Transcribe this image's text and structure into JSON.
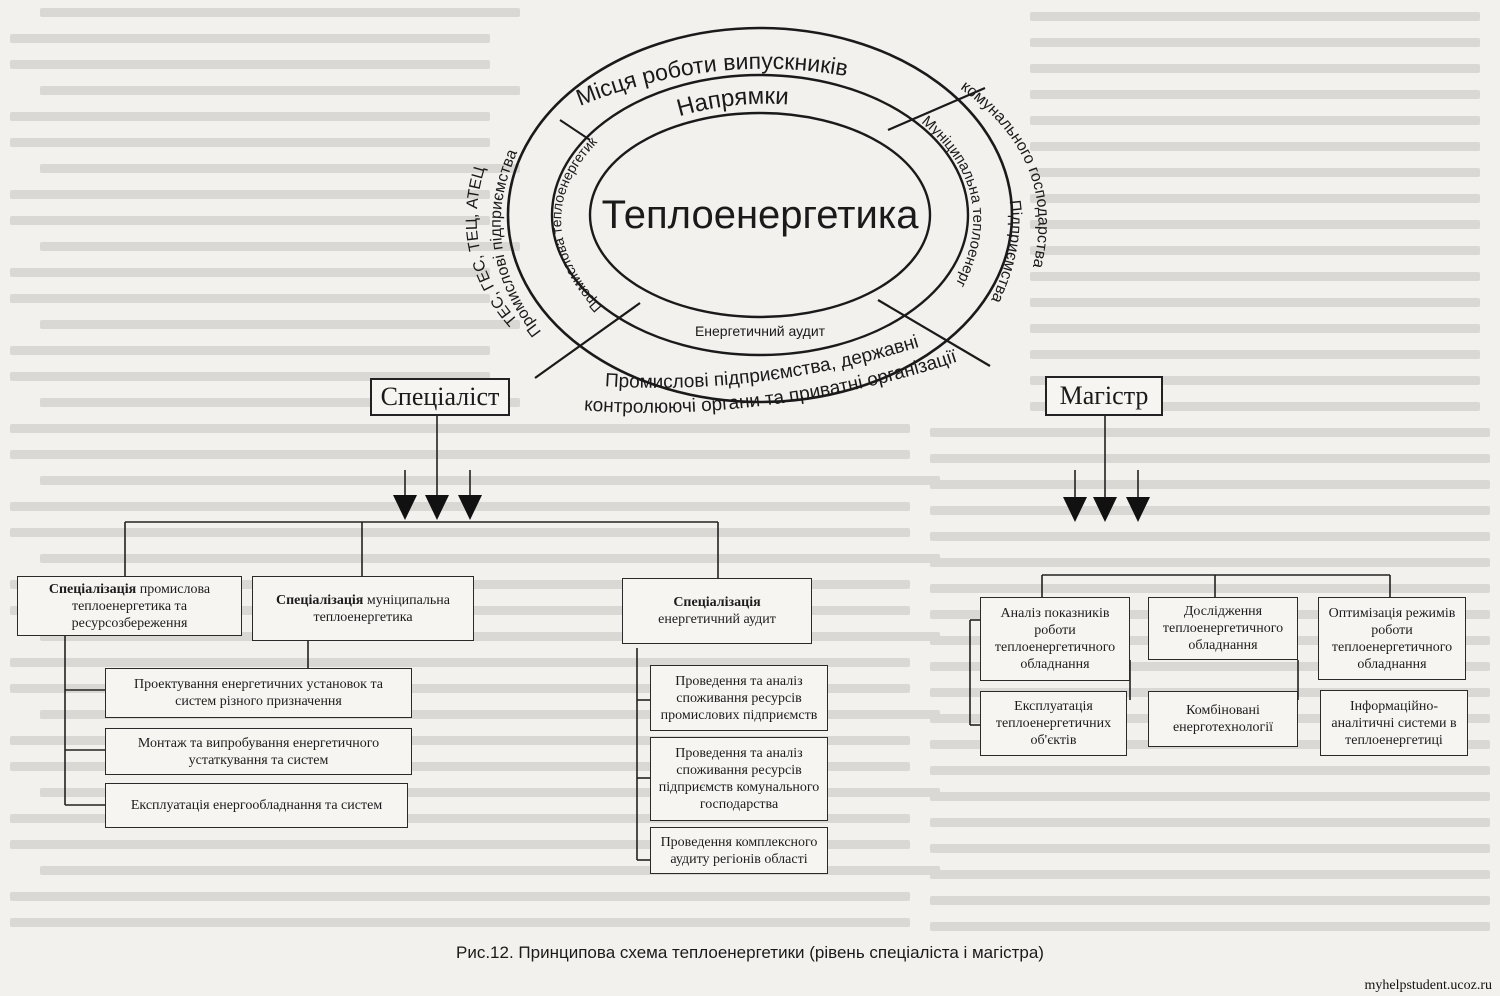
{
  "ellipse": {
    "outer_ring_label": "Місця роботи випускників",
    "inner_ring_label": "Напрямки",
    "center_label": "Теплоенергетика",
    "left_directions": "Промислова теплоенергетика",
    "left_workplaces_line1": "Промислові підприємства",
    "left_workplaces_line2": "ТЕС, ГЕС, ТЕЦ, АТЕЦ",
    "right_direction": "Муніципальна теплоенергетика",
    "right_workplaces_line1": "Підприємства",
    "right_workplaces_line2": "комунального господарства",
    "bottom_direction": "Енергетичний аудит",
    "bottom_workplaces_line1": "Промислові підприємства, державні",
    "bottom_workplaces_line2": "контролюючі органи та приватні організації"
  },
  "specialist": {
    "title": "Спеціаліст",
    "spec_word": "Спеціалізація",
    "spec_industrial": "промислова теплоенергетика та ресурсозбереження",
    "spec_municipal": "муніципальна теплоенергетика",
    "spec_audit": "енергетичний аудит",
    "tasks": [
      "Проектування енергетичних установок та систем різного призначення",
      "Монтаж та випробування енергетичного устаткування та систем",
      "Експлуатація енергообладнання та систем"
    ],
    "audit_tasks": [
      "Проведення та аналіз споживання ресурсів промислових підприємств",
      "Проведення та аналіз споживання ресурсів підприємств комунального господарства",
      "Проведення комплексного аудиту регіонів області"
    ]
  },
  "master": {
    "title": "Магістр",
    "items": [
      "Аналіз показників роботи теплоенергетичного обладнання",
      "Дослідження теплоенергетичного обладнання",
      "Оптимізація режимів роботи теплоенергетичного обладнання",
      "Експлуатація теплоенергетичних об'єктів",
      "Комбіновані енерготехнології",
      "Інформаційно-аналітичні системи в теплоенергетиці"
    ]
  },
  "caption": "Рис.12. Принципова схема теплоенергетики (рівень спеціаліста і магістра)",
  "watermark": "myhelpstudent.ucoz.ru"
}
